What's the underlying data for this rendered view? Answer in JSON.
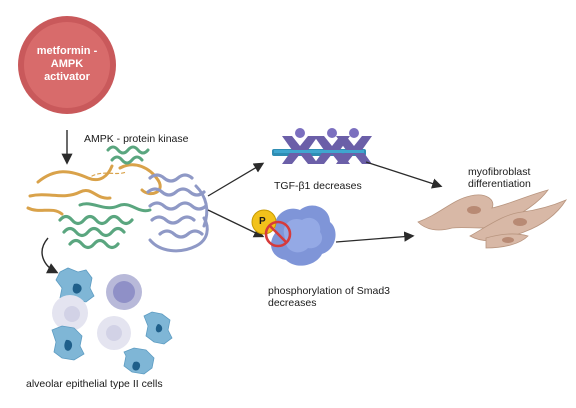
{
  "activator": {
    "label": "metformin - AMPK activator",
    "line1": "metformin -",
    "line2": "AMPK",
    "line3": "activator",
    "color": "#c9595b"
  },
  "kinase": {
    "label": "AMPK - protein kinase"
  },
  "tgf": {
    "label": "TGF-β1 decreases"
  },
  "smad": {
    "line1": "phosphorylation of Smad3",
    "line2": "decreases",
    "phospho_symbol": "P"
  },
  "myofibroblast": {
    "line1": "myofibroblast",
    "line2": "differentiation"
  },
  "alveolar": {
    "label": "alveolar epithelial type II cells"
  },
  "colors": {
    "protein_orange": "#d9a24a",
    "protein_green": "#5aa67f",
    "protein_blue": "#8f99c6",
    "receptor_purple": "#6b5fa8",
    "receptor_teal": "#2f8db3",
    "smad_blue": "#7f95d8",
    "phospho_yellow": "#f2c21b",
    "inhibit_red": "#d63b3b",
    "cell_blue": "#7fb6d6",
    "cell_nucleus": "#1f5f8a",
    "cell_grey": "#d9d9ea",
    "fibroblast": "#d8b8a6"
  }
}
